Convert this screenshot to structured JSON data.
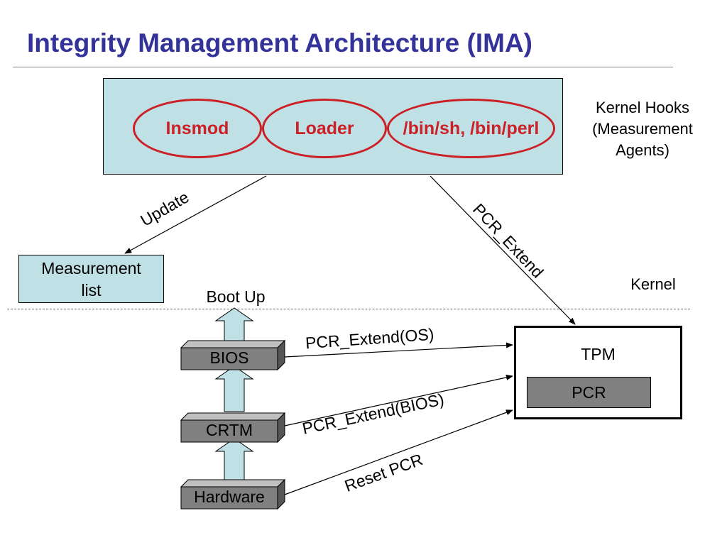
{
  "title": "Integrity Management Architecture (IMA)",
  "hooks": {
    "ovals": [
      "Insmod",
      "Loader",
      "/bin/sh, /bin/perl"
    ],
    "side_label_line1": "Kernel Hooks",
    "side_label_line2": "(Measurement",
    "side_label_line3": "Agents)"
  },
  "measurement_list": {
    "line1": "Measurement",
    "line2": "list"
  },
  "kernel_label": "Kernel",
  "boot_up_label": "Boot Up",
  "boot_chain": [
    "BIOS",
    "CRTM",
    "Hardware"
  ],
  "tpm": {
    "label": "TPM",
    "register": "PCR"
  },
  "arrows": {
    "update": "Update",
    "pcr_extend": "PCR_Extend",
    "pcr_extend_os": "PCR_Extend(OS)",
    "pcr_extend_bios": "PCR_Extend(BIOS)",
    "reset_pcr": "Reset PCR"
  },
  "colors": {
    "title": "#333399",
    "oval_border": "#cc1f26",
    "box_fill": "#bfe0e4",
    "block_fill": "#808080"
  }
}
